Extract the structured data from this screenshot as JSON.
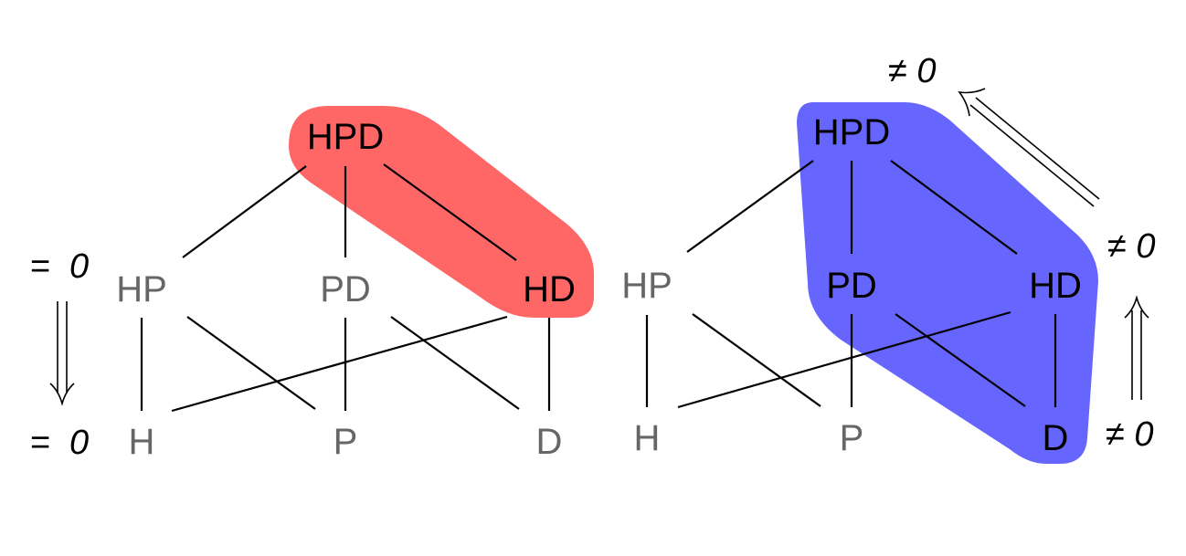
{
  "colors": {
    "highlight_left": "#ff6666",
    "highlight_right": "#6666ff",
    "active_node": "#000000",
    "inactive_node": "#666666",
    "edge": "#000000"
  },
  "left_lattice": {
    "nodes": {
      "hpd": "HPD",
      "hp": "HP",
      "pd": "PD",
      "hd": "HD",
      "h": "H",
      "p": "P",
      "d": "D"
    },
    "annotations": {
      "top_equals": "=",
      "top_value": "0",
      "bottom_equals": "=",
      "bottom_value": "0"
    }
  },
  "right_lattice": {
    "nodes": {
      "hpd": "HPD",
      "hp": "HP",
      "pd": "PD",
      "hd": "HD",
      "h": "H",
      "p": "P",
      "d": "D"
    },
    "annotations": {
      "top_neq": "≠ 0",
      "middle_neq": "≠ 0",
      "bottom_neq": "≠ 0"
    }
  }
}
